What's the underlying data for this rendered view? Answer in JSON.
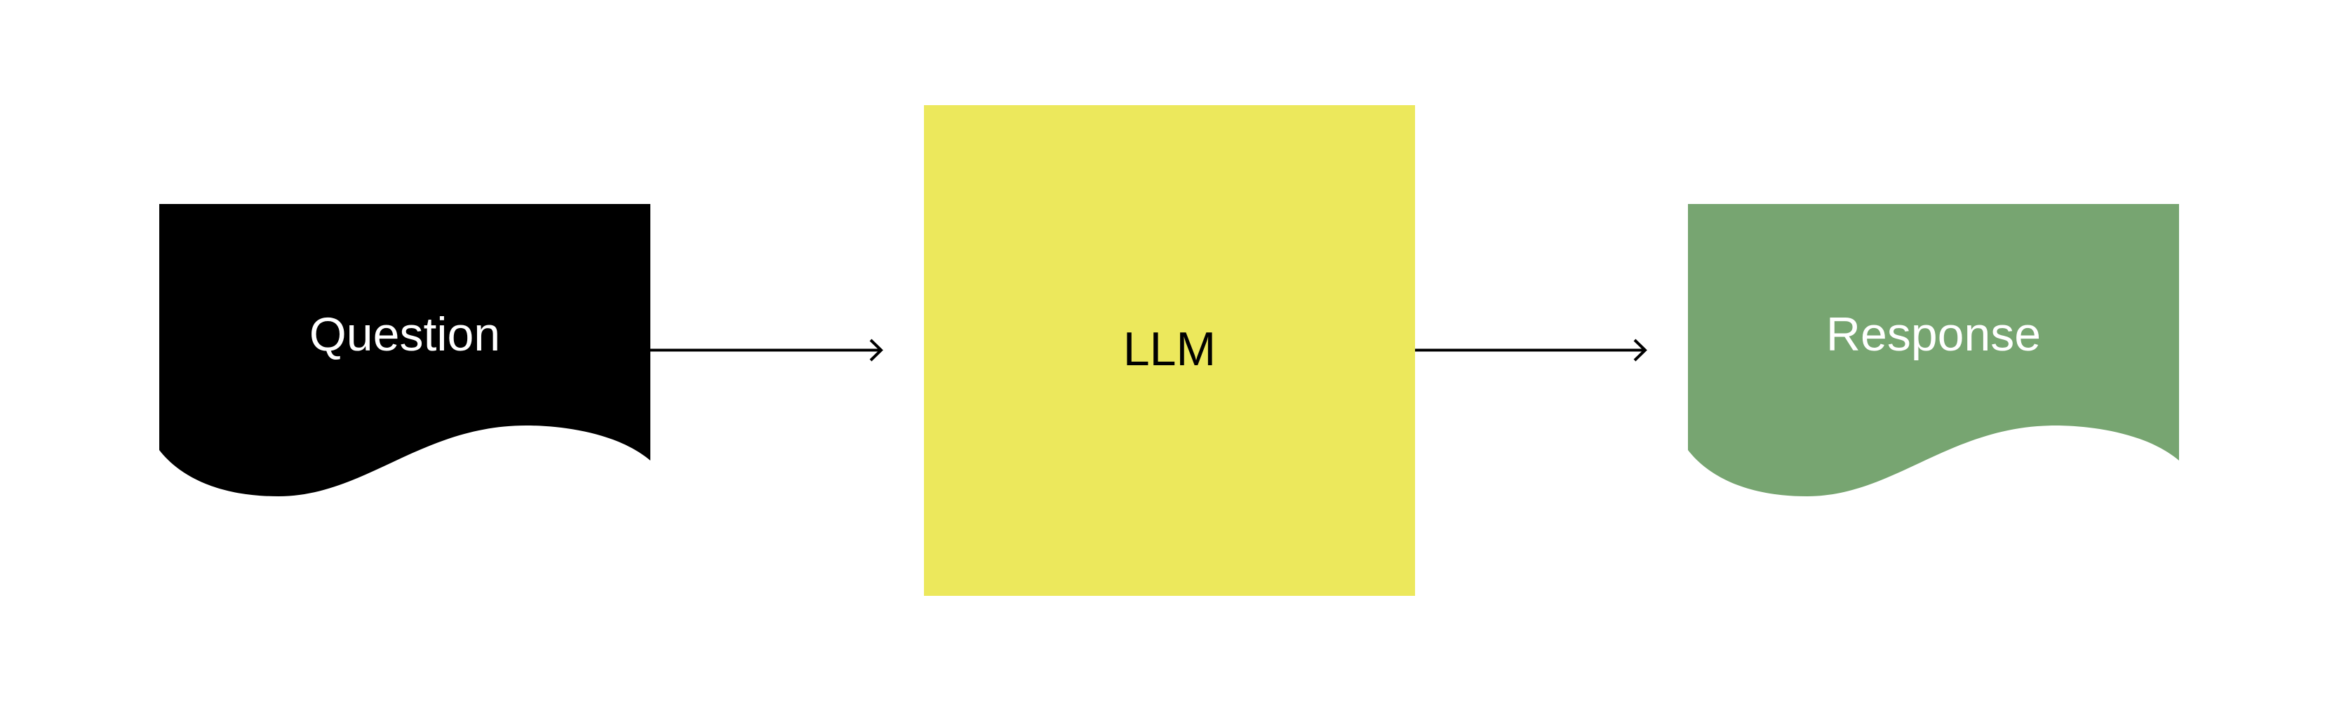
{
  "diagram": {
    "type": "flowchart",
    "direction": "left-to-right",
    "nodes": [
      {
        "id": "question",
        "label": "Question",
        "shape": "document",
        "fill": "#000000",
        "text_color": "#ffffff"
      },
      {
        "id": "llm",
        "label": "LLM",
        "shape": "square",
        "fill": "#ECE85C",
        "text_color": "#000000"
      },
      {
        "id": "response",
        "label": "Response",
        "shape": "document",
        "fill": "#77A571",
        "text_color": "#ffffff"
      }
    ],
    "edges": [
      {
        "from": "question",
        "to": "llm",
        "style": "solid-arrow",
        "color": "#000000"
      },
      {
        "from": "llm",
        "to": "response",
        "style": "solid-arrow",
        "color": "#000000"
      }
    ]
  },
  "colors": {
    "background": "#ffffff",
    "question": "#000000",
    "llm": "#ECE85C",
    "response": "#77A571",
    "arrow": "#000000"
  }
}
